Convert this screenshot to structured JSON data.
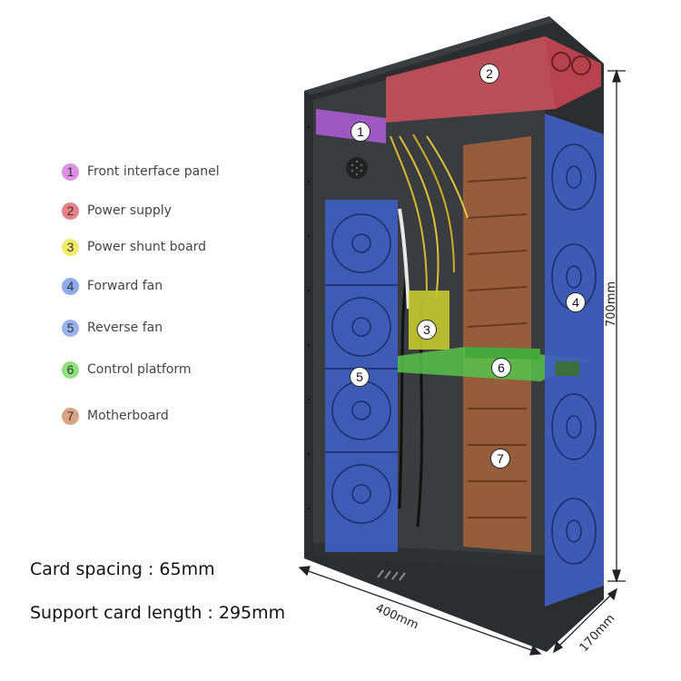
{
  "legend": [
    {
      "num": "1",
      "label": "Front interface panel",
      "color": "#e08fe6"
    },
    {
      "num": "2",
      "label": "Power supply",
      "color": "#ec7f87"
    },
    {
      "num": "3",
      "label": "Power shunt board",
      "color": "#f0ec6a"
    },
    {
      "num": "4",
      "label": "Forward fan",
      "color": "#8fa9ee"
    },
    {
      "num": "5",
      "label": "Reverse fan",
      "color": "#98b3f0"
    },
    {
      "num": "6",
      "label": "Control platform",
      "color": "#8fe27e"
    },
    {
      "num": "7",
      "label": "Motherboard",
      "color": "#d9a483"
    }
  ],
  "markers": [
    "1",
    "2",
    "3",
    "4",
    "5",
    "6",
    "7"
  ],
  "specs": {
    "card_spacing": "Card spacing : 65mm",
    "support_card_length": "Support card length : 295mm"
  },
  "dimensions": {
    "height": "700mm",
    "width": "400mm",
    "depth": "170mm"
  },
  "colors": {
    "chassis": "#2b2d30",
    "power_supply": "#c9505c",
    "fan_blue": "#3e5fbf",
    "motherboard": "#a9643c",
    "control_green": "#56c24a",
    "front_panel": "#a85bd0",
    "shunt_yellow": "#c6c92c"
  }
}
